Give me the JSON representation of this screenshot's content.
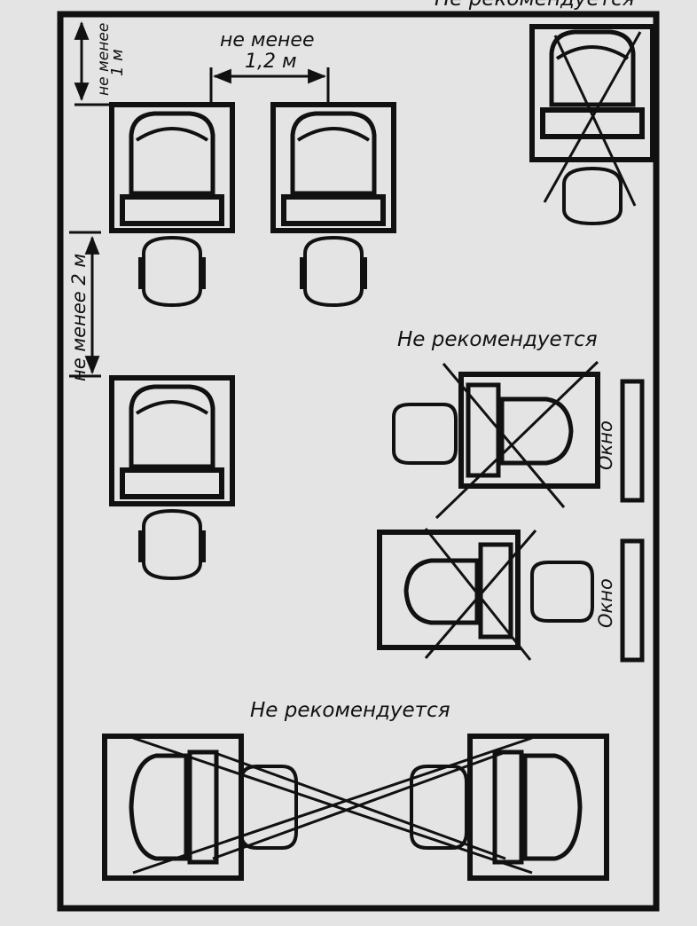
{
  "colors": {
    "paper": "#e4e4e4",
    "ink": "#111111"
  },
  "dimensions": {
    "top_clearance_1": "не менее",
    "top_clearance_2": "1 м",
    "between_desks_1": "не менее",
    "between_desks_2": "1,2 м",
    "row_spacing": "не менее  2 м"
  },
  "warnings": {
    "top_right": "Не рекомендуется",
    "middle_right": "Не рекомендуется",
    "bottom": "Не рекомендуется"
  },
  "windows": {
    "upper": "Окно",
    "lower": "Окно"
  }
}
